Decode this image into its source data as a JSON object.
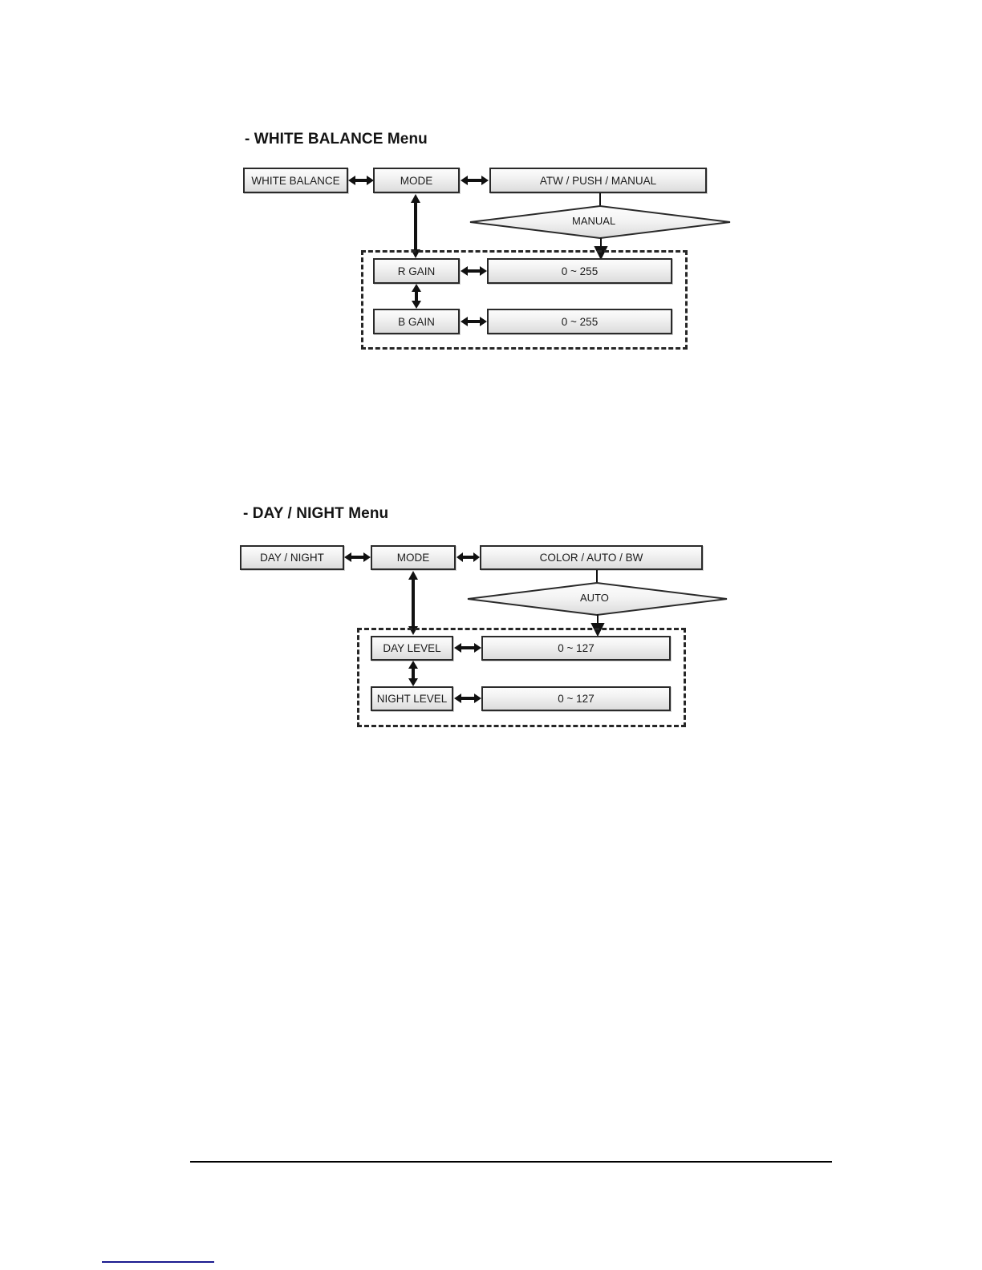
{
  "document": {
    "page_background": "#ffffff",
    "box_border_color": "#2a2a2a",
    "dashed_border_color": "#262626",
    "footer_rule_color": "#000000",
    "bottom_rule_color": "#1b1b8f"
  },
  "sections": [
    {
      "id": "white-balance",
      "heading": "- WHITE BALANCE Menu",
      "top_row": [
        {
          "label": "WHITE BALANCE"
        },
        {
          "label": "MODE"
        },
        {
          "label": "ATW / PUSH / MANUAL"
        }
      ],
      "decision": {
        "label": "MANUAL"
      },
      "sub_rows": [
        {
          "label": "R GAIN",
          "value": "0 ~ 255"
        },
        {
          "label": "B GAIN",
          "value": "0 ~ 255"
        }
      ]
    },
    {
      "id": "day-night",
      "heading": "- DAY / NIGHT Menu",
      "top_row": [
        {
          "label": "DAY / NIGHT"
        },
        {
          "label": "MODE"
        },
        {
          "label": "COLOR / AUTO / BW"
        }
      ],
      "decision": {
        "label": "AUTO"
      },
      "sub_rows": [
        {
          "label": "DAY LEVEL",
          "value": "0 ~ 127"
        },
        {
          "label": "NIGHT LEVEL",
          "value": "0 ~ 127"
        }
      ]
    }
  ],
  "icons": {
    "double_arrow_horizontal": "double-arrow-horizontal-icon",
    "double_arrow_vertical": "double-arrow-vertical-icon",
    "arrow_down": "arrow-down-icon"
  }
}
